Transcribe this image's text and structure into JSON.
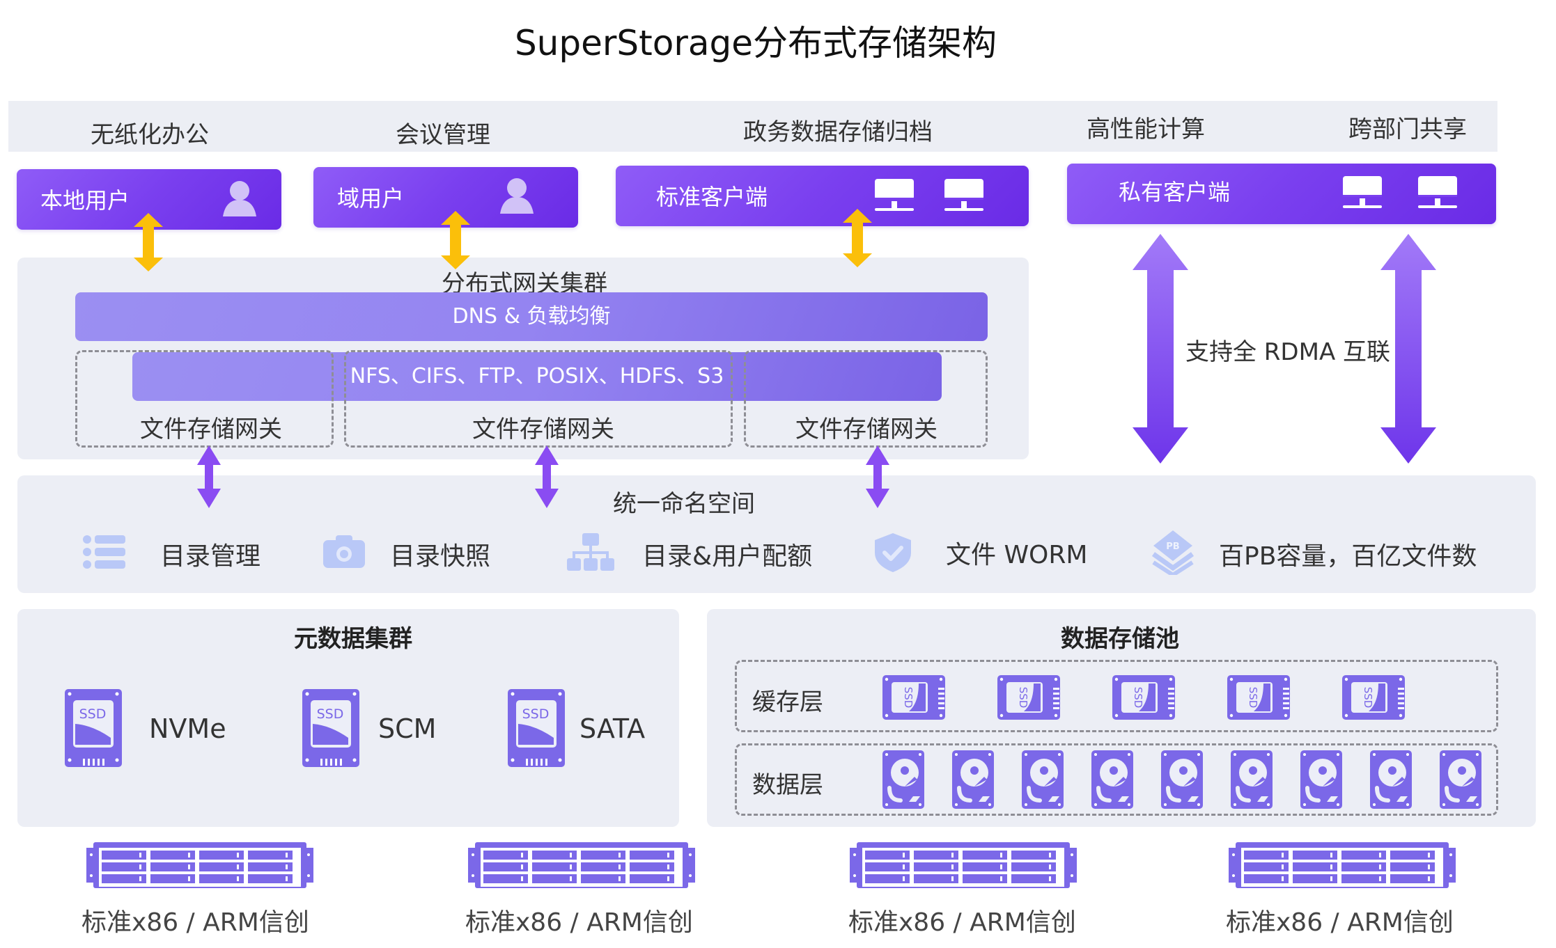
{
  "title": "SuperStorage分布式存储架构",
  "scenarios": [
    "无纸化办公",
    "会议管理",
    "政务数据存储归档",
    "高性能计算",
    "跨部门共享"
  ],
  "clients": [
    {
      "label": "本地用户",
      "icon": "user-icon"
    },
    {
      "label": "域用户",
      "icon": "user-icon"
    },
    {
      "label": "标准客户端",
      "icon": "desktop-icon"
    },
    {
      "label": "私有客户端",
      "icon": "desktop-icon"
    }
  ],
  "gateway_cluster": {
    "title": "分布式网关集群",
    "dns_bar": "DNS & 负载均衡",
    "protocols": "NFS、CIFS、FTP、POSIX、HDFS、S3",
    "gateways": [
      "文件存储网关",
      "文件存储网关",
      "文件存储网关"
    ]
  },
  "rdma_label": "支持全 RDMA 互联",
  "namespace": {
    "title": "统一命名空间",
    "features": [
      {
        "label": "目录管理",
        "icon": "list-icon"
      },
      {
        "label": "目录快照",
        "icon": "camera-icon"
      },
      {
        "label": "目录&用户配额",
        "icon": "hierarchy-icon"
      },
      {
        "label": "文件 WORM",
        "icon": "shield-check-icon"
      },
      {
        "label": "百PB容量，百亿文件数",
        "icon": "pb-layers-icon"
      }
    ]
  },
  "metadata_cluster": {
    "title": "元数据集群",
    "media": [
      {
        "label": "NVMe",
        "badge": "SSD"
      },
      {
        "label": "SCM",
        "badge": "SSD"
      },
      {
        "label": "SATA",
        "badge": "SSD"
      }
    ]
  },
  "data_pool": {
    "title": "数据存储池",
    "cache_tier": {
      "label": "缓存层",
      "badge": "SSD",
      "count": 5
    },
    "data_tier": {
      "label": "数据层",
      "count": 9
    }
  },
  "servers": [
    {
      "label": "标准x86 / ARM信创"
    },
    {
      "label": "标准x86 / ARM信创"
    },
    {
      "label": "标准x86 / ARM信创"
    },
    {
      "label": "标准x86 / ARM信创"
    }
  ],
  "colors": {
    "accent_purple": "#7a3fef",
    "icon_purple": "#7b68e8",
    "arrow_yellow": "#fbbf0a",
    "feature_icon_blue": "#b9c8f7",
    "panel_bg": "#eceef5"
  }
}
